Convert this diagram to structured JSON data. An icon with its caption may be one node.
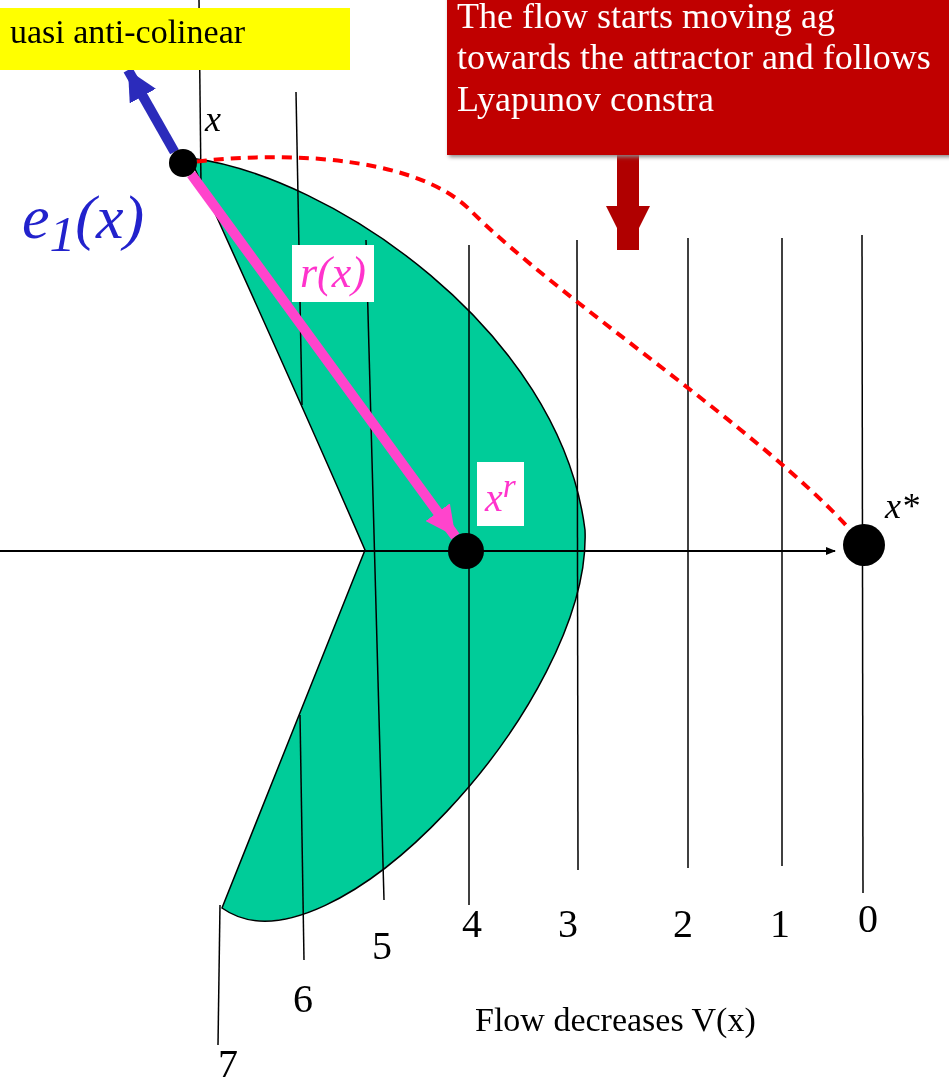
{
  "diagram": {
    "nodes": [
      {
        "text": [
          "uasi anti-colinear"
        ]
      },
      {
        "text": [
          "The flow starts moving ag towards the attractor and follows Lyapunov constra"
        ]
      },
      {
        "text": [],
        "shape": "circle",
        "beside": [
          "x"
        ]
      },
      {
        "text": [
          "x$^{r}$"
        ]
      },
      {
        "text": [],
        "shape": "circle",
        "beside": [
          "x*"
        ]
      }
    ],
    "edges": [
      {
        "from": 2,
        "to": 0,
        "arrow": "to",
        "label": "e$_{1}$(x)",
        "color": "#2b2bbb"
      },
      {
        "from": 2,
        "to": 3,
        "arrow": "to",
        "label": "r(x)",
        "color": "#ff44cc"
      },
      {
        "from": 2,
        "to": 4,
        "arrow": "none",
        "style": "dashed",
        "color": "#ff0000"
      },
      {
        "from": 1,
        "to": null,
        "arrow": "to",
        "style": "thick",
        "color": "#b00000"
      }
    ],
    "labels": [
      "7",
      "6",
      "5",
      "4",
      "3",
      "2",
      "1",
      "0",
      "Flow decreases V(x)"
    ]
  }
}
